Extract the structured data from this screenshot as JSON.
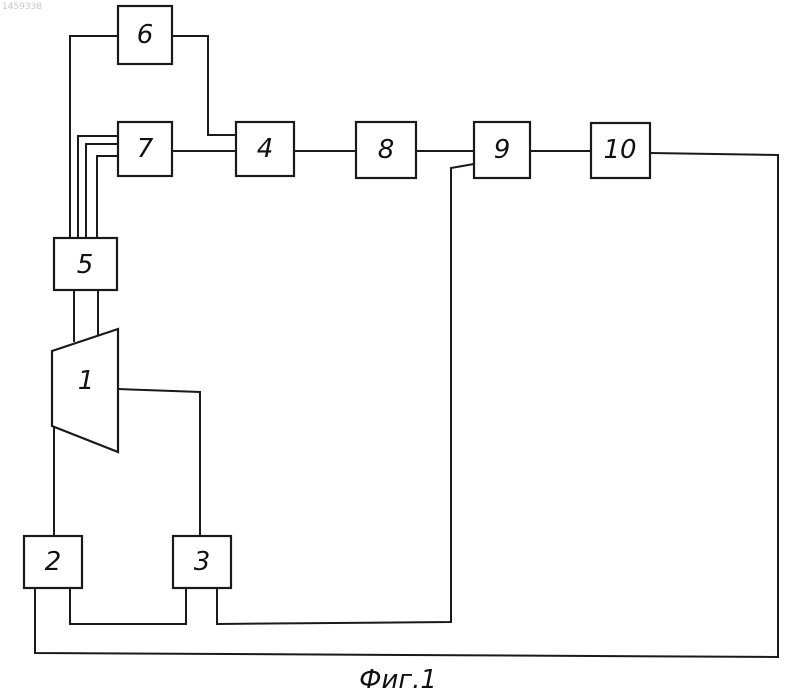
{
  "header": {
    "doc_number": "1459338"
  },
  "blocks": {
    "b1": "1",
    "b2": "2",
    "b3": "3",
    "b4": "4",
    "b5": "5",
    "b6": "6",
    "b7": "7",
    "b8": "8",
    "b9": "9",
    "b10": "10"
  },
  "caption": "Фиг.1",
  "colors": {
    "ink": "#1a1a1a",
    "paper": "#ffffff"
  }
}
